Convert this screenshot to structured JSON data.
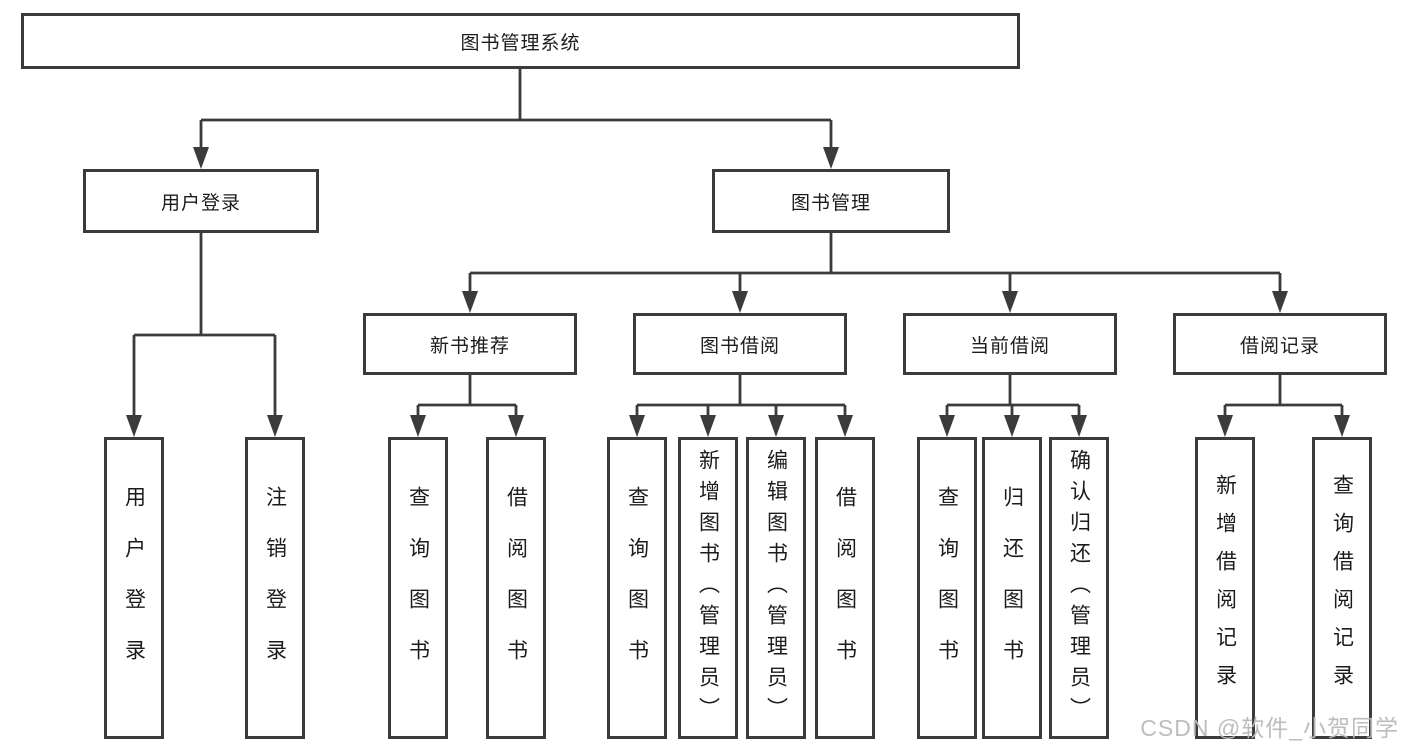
{
  "diagram": {
    "root": {
      "label": "图书管理系统"
    },
    "branches": [
      {
        "label": "用户登录",
        "leaves": [
          {
            "label": "用户登录"
          },
          {
            "label": "注销登录"
          }
        ]
      },
      {
        "label": "图书管理",
        "modules": [
          {
            "label": "新书推荐",
            "leaves": [
              {
                "label": "查询图书"
              },
              {
                "label": "借阅图书"
              }
            ]
          },
          {
            "label": "图书借阅",
            "leaves": [
              {
                "label": "查询图书"
              },
              {
                "label": "新增图书（管理员）"
              },
              {
                "label": "编辑图书（管理员）"
              },
              {
                "label": "借阅图书"
              }
            ]
          },
          {
            "label": "当前借阅",
            "leaves": [
              {
                "label": "查询图书"
              },
              {
                "label": "归还图书"
              },
              {
                "label": "确认归还（管理员）"
              }
            ]
          },
          {
            "label": "借阅记录",
            "leaves": [
              {
                "label": "新增借阅记录"
              },
              {
                "label": "查询借阅记录"
              }
            ]
          }
        ]
      }
    ]
  },
  "watermark": {
    "text": "CSDN @软件_小贺同学"
  },
  "colors": {
    "line": "#3b3b3b",
    "text": "#1c1c1c",
    "watermark": "#b9b9b9",
    "background": "#ffffff"
  }
}
